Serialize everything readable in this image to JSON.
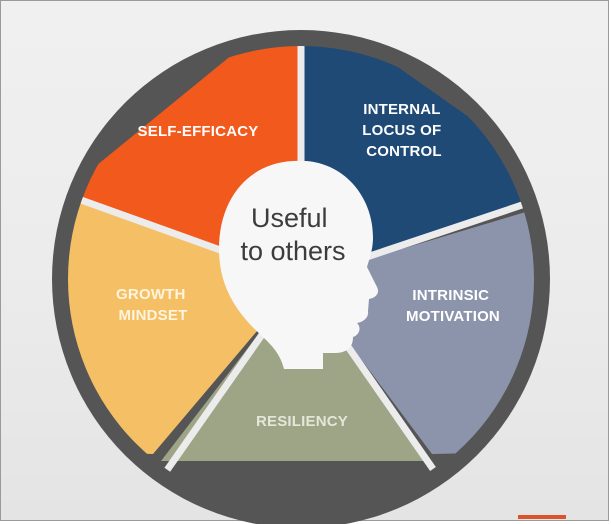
{
  "diagram": {
    "center_text_lines": [
      "Useful",
      "to others"
    ],
    "segments": [
      {
        "id": "self-efficacy",
        "lines": [
          "SELF-EFFICACY"
        ],
        "fill": "#f15a1c",
        "text_color": "#ffffff"
      },
      {
        "id": "internal-locus",
        "lines": [
          "INTERNAL",
          "LOCUS OF",
          "CONTROL"
        ],
        "fill": "#1f4a76",
        "text_color": "#ffffff"
      },
      {
        "id": "intrinsic",
        "lines": [
          "INTRINSIC",
          "MOTIVATION"
        ],
        "fill": "#8c94ac",
        "text_color": "#ffffff"
      },
      {
        "id": "resiliency",
        "lines": [
          "RESILIENCY"
        ],
        "fill": "#9ea486",
        "text_color": "#e4e6d8"
      },
      {
        "id": "growth-mindset",
        "lines": [
          "GROWTH",
          "MINDSET"
        ],
        "fill": "#f5bf66",
        "text_color": "#fff4dc"
      }
    ],
    "ring_color": "#555555",
    "head_color": "#f7f7f7"
  }
}
